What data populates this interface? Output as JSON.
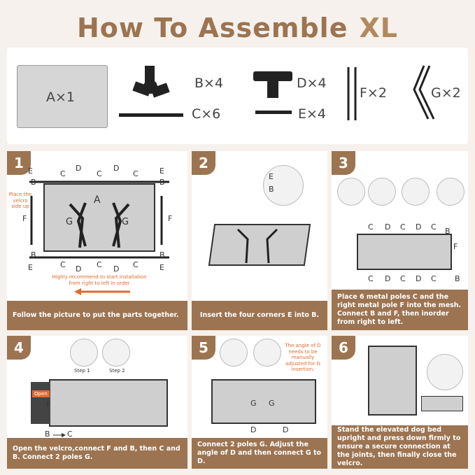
{
  "header": {
    "title": "How To Assemble",
    "size": "XL"
  },
  "parts": [
    {
      "id": "A",
      "label": "A×1"
    },
    {
      "id": "B",
      "label": "B×4"
    },
    {
      "id": "C",
      "label": "C×6"
    },
    {
      "id": "D",
      "label": "D×4"
    },
    {
      "id": "E",
      "label": "E×4"
    },
    {
      "id": "F",
      "label": "F×2"
    },
    {
      "id": "G",
      "label": "G×2"
    }
  ],
  "steps": [
    {
      "number": "1",
      "caption": "Follow the picture to put the parts together.",
      "labels": {
        "a": "A",
        "g": "G",
        "f": "F",
        "e": "E",
        "b": "B",
        "c": "C",
        "d": "D"
      },
      "note_velcro": "Place the velcro side up",
      "note_direction": "Highly recommend to start installation from right to left in order"
    },
    {
      "number": "2",
      "caption": "Insert the four corners E into B.",
      "labels": {
        "e": "E",
        "b": "B"
      }
    },
    {
      "number": "3",
      "caption": "Place 6 metal poles C and the right metal pole F into the mesh. Connect B and F, then inorder from right to left.",
      "labels": {
        "b": "B",
        "c": "C",
        "d": "D",
        "f": "F"
      }
    },
    {
      "number": "4",
      "caption": "Open the velcro,connect F and B, then C and B. Connect 2 poles G.",
      "step1": "Step 1",
      "step2": "Step 2",
      "open_label": "Open",
      "flow_b": "B",
      "flow_c": "C",
      "labels": {
        "f": "F"
      }
    },
    {
      "number": "5",
      "caption": "Connect 2 poles G. Adjust the angle of D and then connect G to D.",
      "note_angle": "The angle of D needs to be manually adjusted for G insertion.",
      "labels": {
        "g": "G",
        "d": "D"
      }
    },
    {
      "number": "6",
      "caption": "Stand the elevated dog bed upright and press down firmly to ensure a secure connection at the joints, then finally close the velcro."
    }
  ],
  "colors": {
    "brand": "#9c7451",
    "accent": "#e06a2c",
    "mesh": "#cfcfcf",
    "frame": "#222222"
  }
}
